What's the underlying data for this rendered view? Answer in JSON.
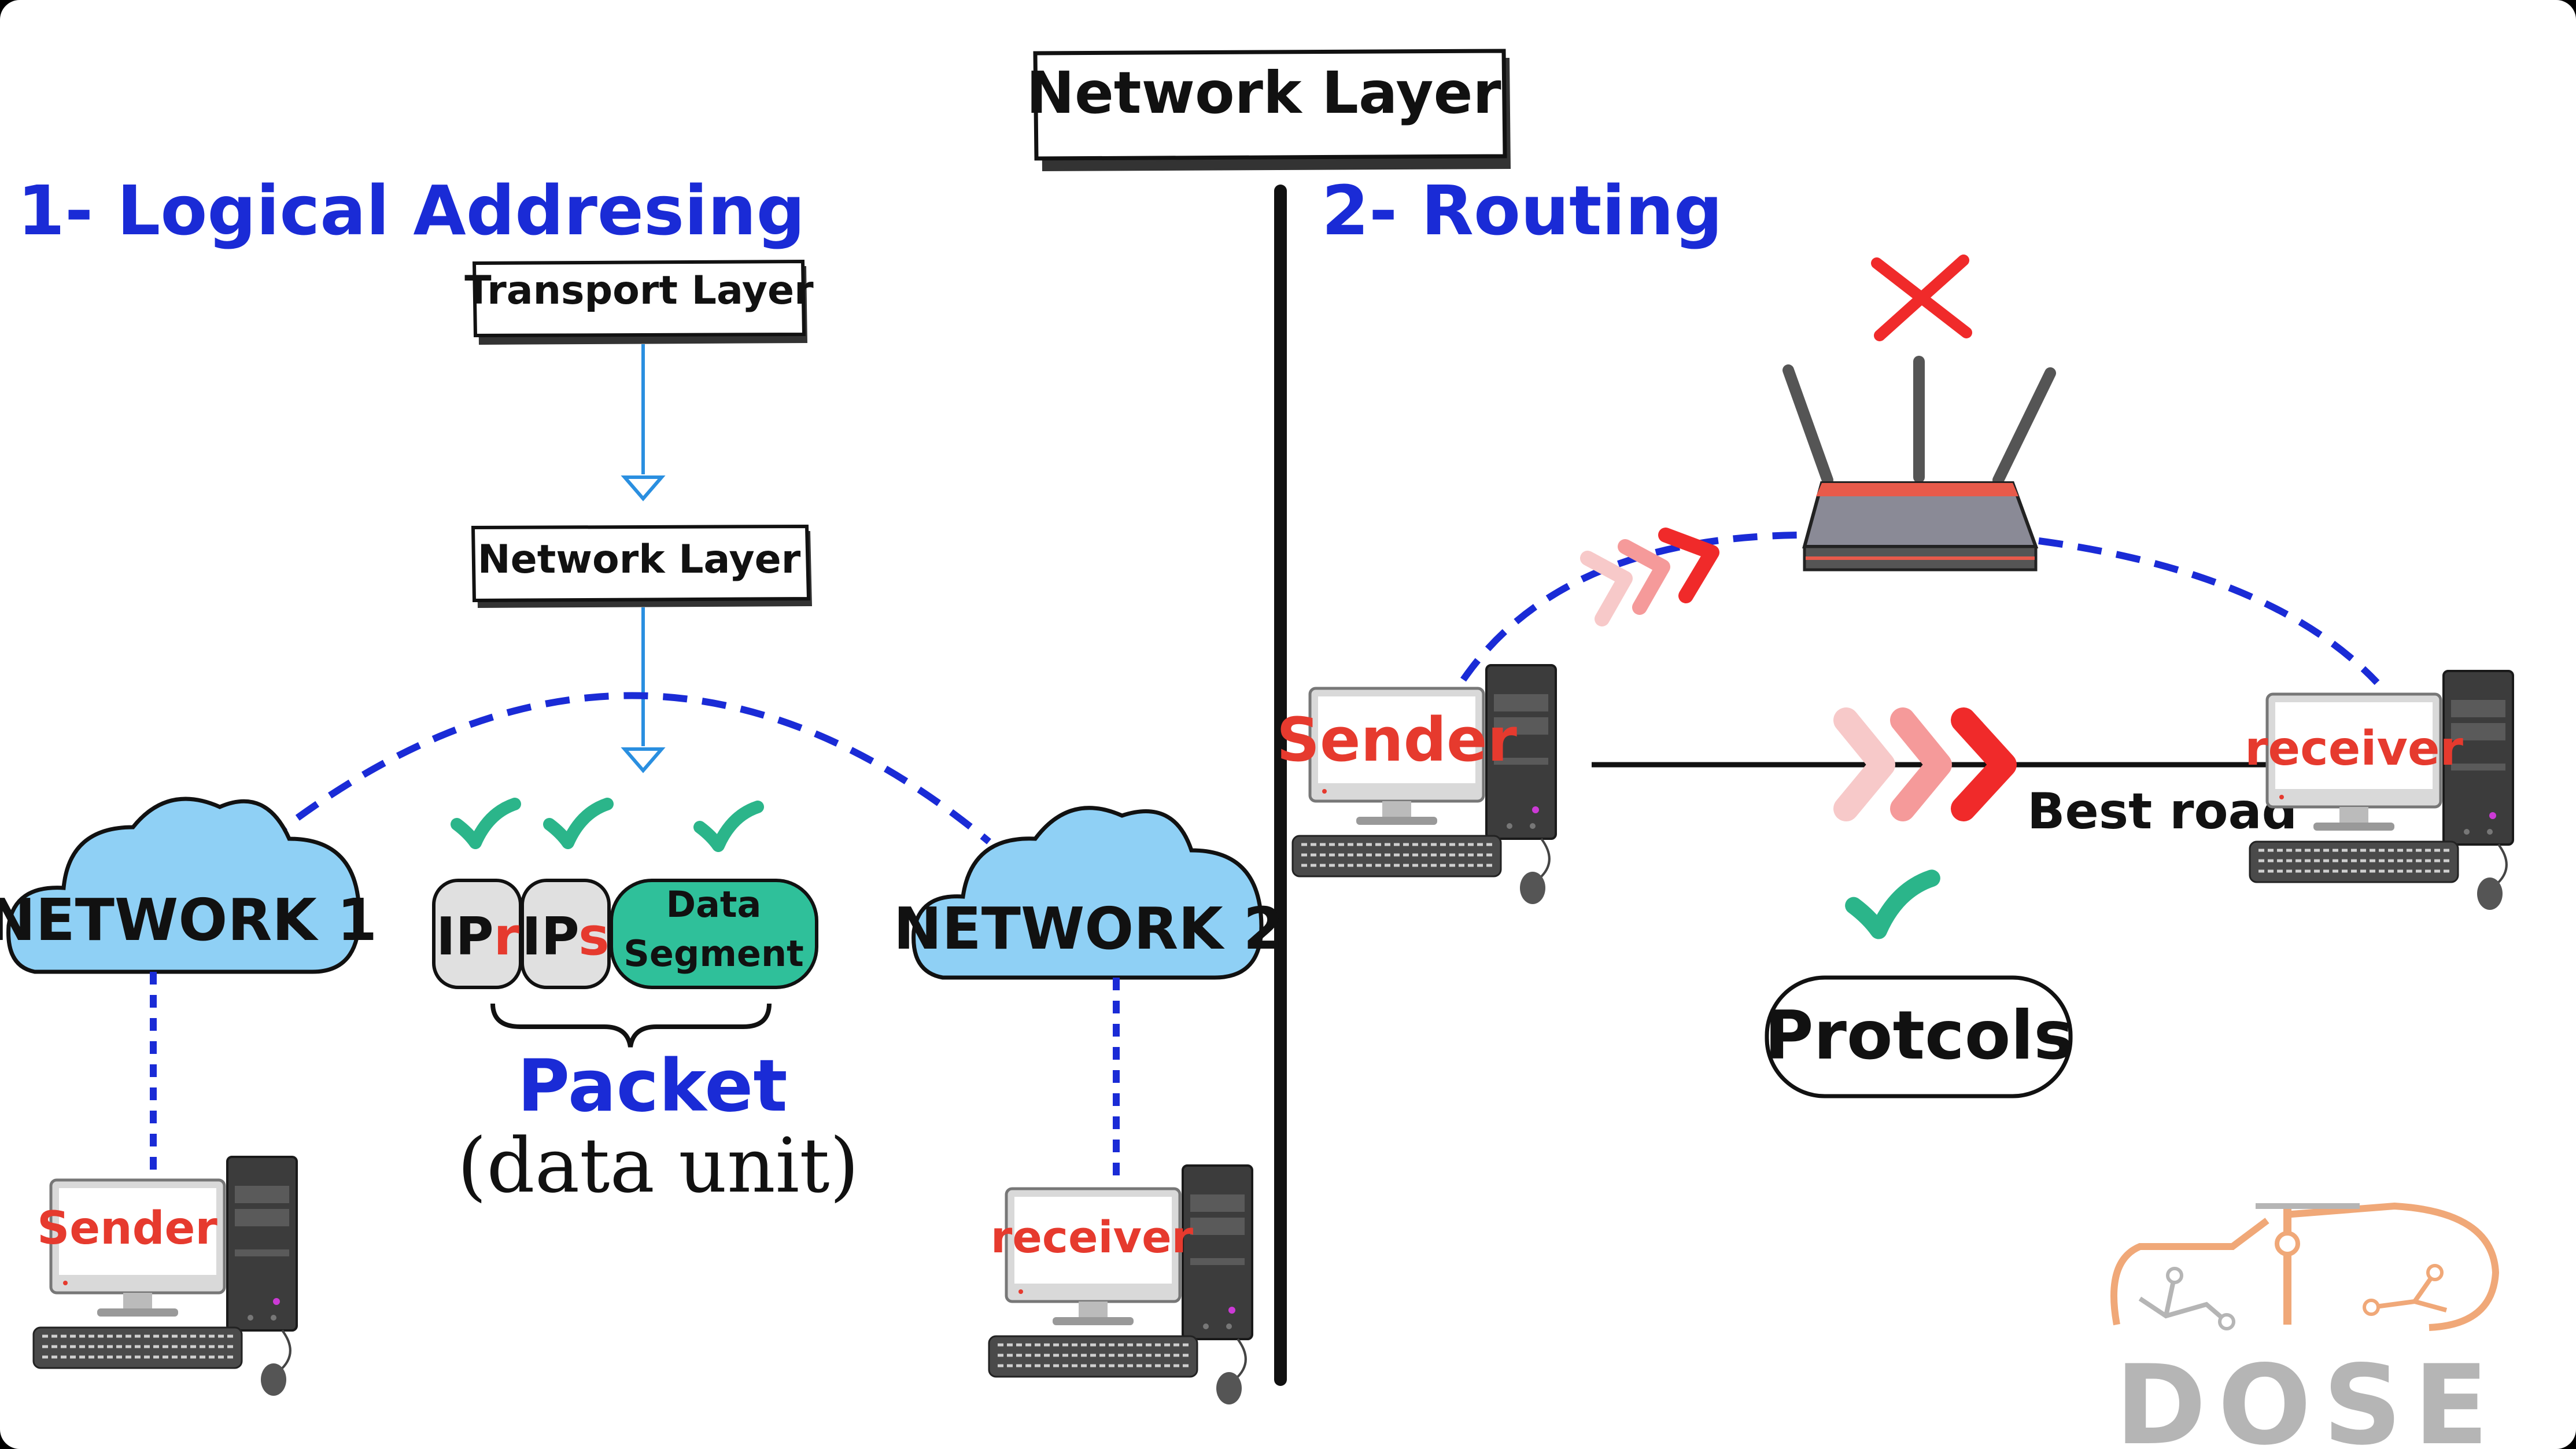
{
  "title": "Network Layer",
  "left": {
    "heading": "1- Logical Addresing",
    "transport_box": "Transport Layer",
    "network_box": "Network Layer",
    "cloud1": "NETWORK 1",
    "cloud2": "NETWORK 2",
    "ipr_prefix": "IP",
    "ipr_suffix": "r",
    "ips_prefix": "IP",
    "ips_suffix": "s",
    "data_line1": "Data",
    "data_line2": "Segment",
    "packet_label": "Packet",
    "packet_sub": "(data unit)",
    "sender_label": "Sender",
    "receiver_label": "receiver"
  },
  "right": {
    "heading": "2- Routing",
    "sender_label": "Sender",
    "receiver_label": "receiver",
    "best_road": "Best road",
    "protocols": "Protcols"
  },
  "logo": {
    "text": "DOSE"
  },
  "colors": {
    "heading_blue": "#1a2bd6",
    "sender_red": "#e63a2e",
    "check_green": "#2bb58a",
    "cloud_blue": "#8fd0f5",
    "data_green": "#2fc09a",
    "arrow_red": "#f02a2a",
    "logo_orange": "#f0a878",
    "logo_gray": "#b5b5b5"
  }
}
